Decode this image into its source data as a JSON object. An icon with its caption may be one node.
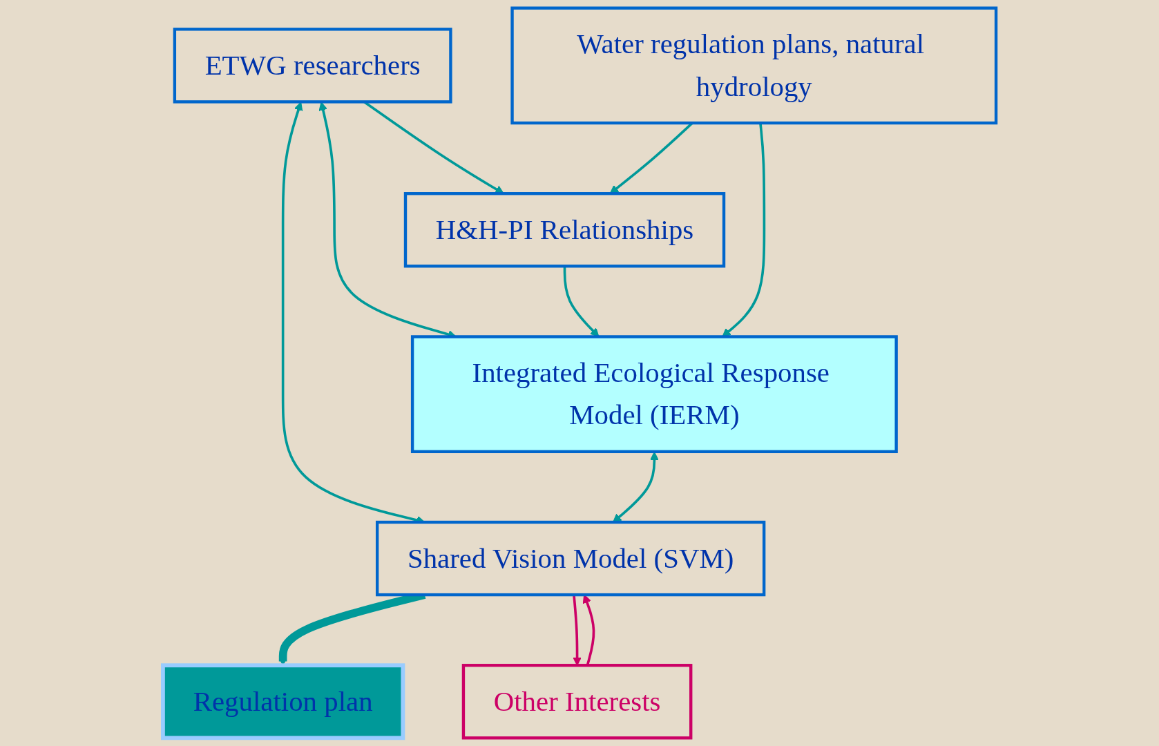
{
  "diagram": {
    "nodes": [
      {
        "text": [
          "ETWG researchers"
        ]
      },
      {
        "text": [
          "H&H-PI Relationships"
        ]
      },
      {
        "text": [
          "Water regulation plans, natural hydrology"
        ]
      },
      {
        "text": [
          "Integrated Ecological Response Model (IERM)"
        ]
      },
      {
        "text": [
          "Shared Vision Model (SVM)"
        ]
      },
      {
        "text": [
          "Regulation plan"
        ]
      },
      {
        "text": [
          "Other Interests"
        ]
      }
    ],
    "edges": [
      {
        "from": 0,
        "to": 4,
        "arrow": "both"
      },
      {
        "from": 0,
        "to": 1,
        "arrow": "to"
      },
      {
        "from": 2,
        "to": 1,
        "arrow": "to"
      },
      {
        "from": 0,
        "to": 3,
        "arrow": "both"
      },
      {
        "from": 1,
        "to": 3,
        "arrow": "to"
      },
      {
        "from": 2,
        "to": 3,
        "arrow": "to"
      },
      {
        "from": 3,
        "to": 4,
        "arrow": "both"
      },
      {
        "from": 4,
        "to": 5,
        "arrow": "to",
        "style": "thick"
      },
      {
        "from": 6,
        "to": 4,
        "arrow": "to",
        "color": "#cc0066"
      },
      {
        "from": 4,
        "to": 6,
        "arrow": "to",
        "color": "#cc0066"
      }
    ]
  }
}
